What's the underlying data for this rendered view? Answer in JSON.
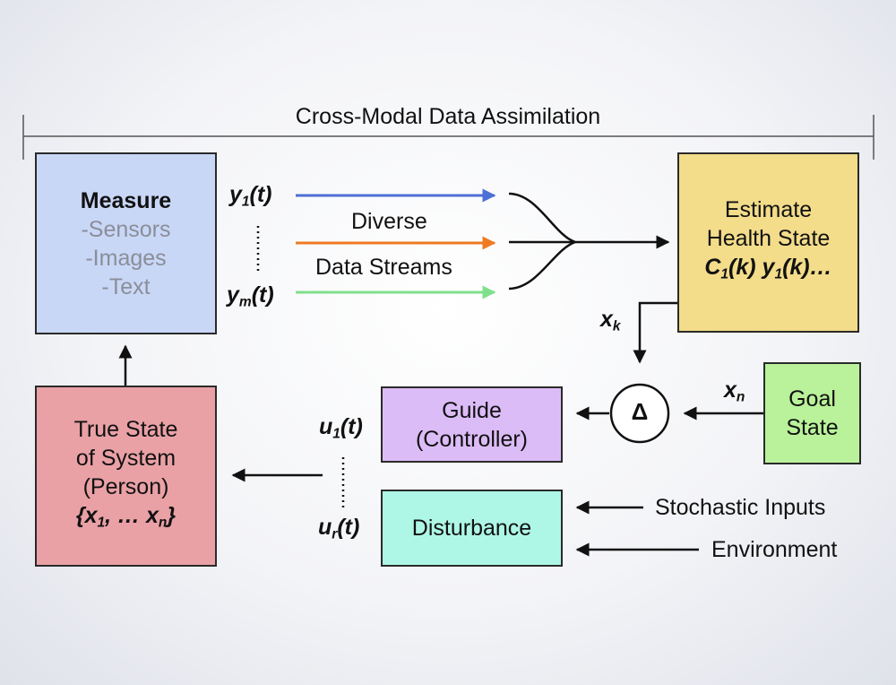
{
  "title": "Cross-Modal Data Assimilation",
  "measure": {
    "head": "Measure",
    "items": [
      "-Sensors",
      "-Images",
      "-Text"
    ]
  },
  "streams": {
    "y_top": {
      "base": "y",
      "sub": "1",
      "rest": "(t)"
    },
    "y_bottom": {
      "base": "y",
      "sub": "m",
      "rest": "(t)"
    },
    "line1": "Diverse",
    "line2": "Data Streams"
  },
  "estimate": {
    "line1": "Estimate",
    "line2": "Health State",
    "line3": {
      "a": "C",
      "a_sub": "1",
      "a_rest": "(k) ",
      "b": "y",
      "b_sub": "1",
      "b_rest": "(k)…"
    }
  },
  "xk": {
    "base": "x",
    "sub": "k"
  },
  "xn": {
    "base": "x",
    "sub": "n"
  },
  "delta": "Δ",
  "goal": {
    "line1": "Goal",
    "line2": "State"
  },
  "guide": {
    "line1": "Guide",
    "line2": "(Controller)"
  },
  "disturbance": {
    "label": "Disturbance"
  },
  "u_top": {
    "base": "u",
    "sub": "1",
    "rest": "(t)"
  },
  "u_bottom": {
    "base": "u",
    "sub": "r",
    "rest": "(t)"
  },
  "true_state": {
    "line1": "True State",
    "line2": "of System",
    "line3": "(Person)",
    "line4": {
      "a": "{x",
      "a_sub": "1",
      "a_rest": ", … x",
      "b_sub": "n",
      "b_rest": "}"
    }
  },
  "inputs": {
    "stochastic": "Stochastic Inputs",
    "environment": "Environment"
  },
  "colors": {
    "measure": "#c9d7f7",
    "estimate": "#f3dc8a",
    "goal": "#b9f29a",
    "guide": "#dcbcf7",
    "disturbance": "#aef7e6",
    "true_state": "#e9a1a6",
    "stream_blue": "#4e6fd6",
    "stream_orange": "#ee7b22",
    "stream_green": "#7fe08c"
  }
}
